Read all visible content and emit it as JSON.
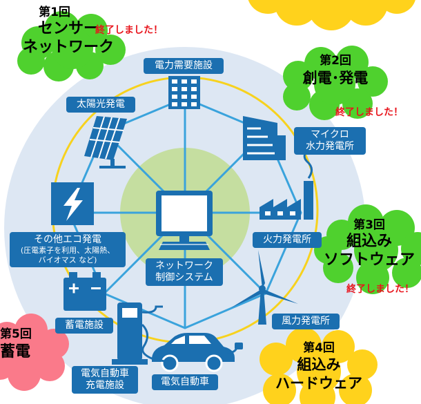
{
  "center": {
    "line1": "ネットワーク",
    "line2": "制御システム"
  },
  "nodes": {
    "power_demand": "電力需要施設",
    "solar": "太陽光発電",
    "micro_hydro": {
      "line1": "マイクロ",
      "line2": "水力発電所"
    },
    "thermal": "火力発電所",
    "wind": "風力発電所",
    "ev": "電気自動車",
    "ev_charging": {
      "line1": "電気自動車",
      "line2": "充電施設"
    },
    "storage": "蓄電施設",
    "other_eco": {
      "title": "その他エコ発電",
      "line1": "(圧電素子を利用、太陽熱、",
      "line2": "バイオマス など)"
    }
  },
  "sessions": [
    {
      "number": "第1回",
      "line1": "センサー",
      "line2": "ネットワーク",
      "status": "終了しました！"
    },
    {
      "number": "第2回",
      "line1": "創電･発電",
      "status": "終了しました！"
    },
    {
      "number": "第3回",
      "line1": "組込み",
      "line2": "ソフトウェア",
      "status": "終了しました！"
    },
    {
      "number": "第4回",
      "line1": "組込み",
      "line2": "ハードウェア"
    },
    {
      "number": "第5回",
      "line1": "蓄電"
    }
  ],
  "colors": {
    "outer_circle": "#dde7f3",
    "inner_circle": "#c5dea0",
    "ring_blue": "#3aa3dc",
    "ring_yellow": "#f7d21e",
    "icon_blue": "#1b6fb0",
    "cloud_green": "#4fd12e",
    "cloud_yellow": "#ffd21c",
    "cloud_pink": "#fa7a8a",
    "done_red": "#e8141c"
  }
}
